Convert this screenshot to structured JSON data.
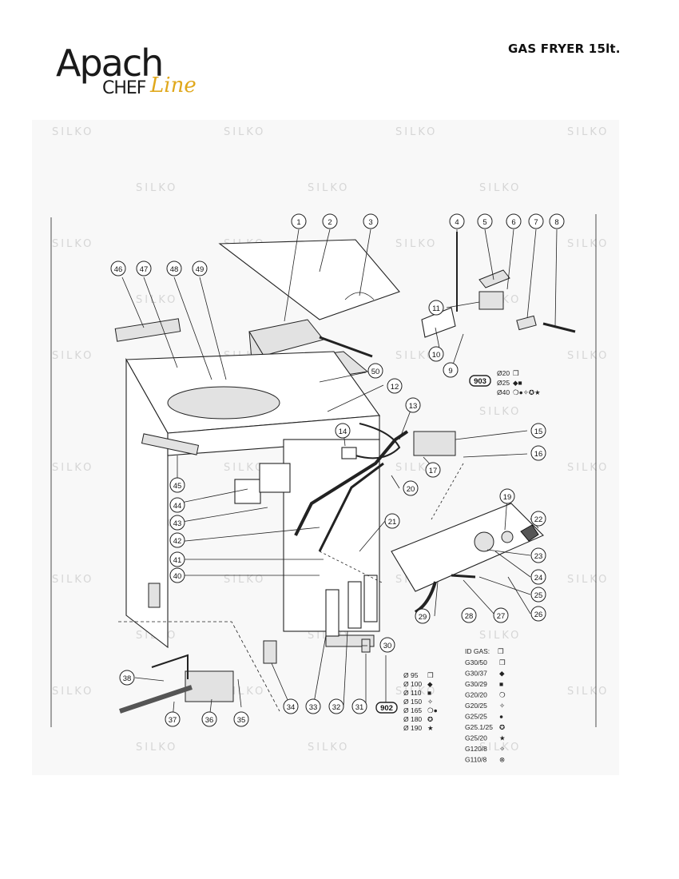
{
  "brand": {
    "name": "Apach",
    "sub_left": "CHEF",
    "sub_right": "Line"
  },
  "document": {
    "title": "GAS FRYER 15lt."
  },
  "watermark": {
    "text": "SILKO"
  },
  "callouts": [
    "1",
    "2",
    "3",
    "4",
    "5",
    "6",
    "7",
    "8",
    "9",
    "10",
    "11",
    "12",
    "13",
    "14",
    "15",
    "16",
    "17",
    "19",
    "20",
    "21",
    "22",
    "23",
    "24",
    "25",
    "26",
    "27",
    "28",
    "29",
    "30",
    "31",
    "32",
    "33",
    "34",
    "35",
    "36",
    "37",
    "38",
    "40",
    "41",
    "42",
    "43",
    "44",
    "45",
    "46",
    "47",
    "48",
    "49",
    "50"
  ],
  "callout_boxed": [
    "903",
    "902"
  ],
  "pilot_injectors": [
    {
      "size": "Ø20",
      "symbols": "❒"
    },
    {
      "size": "Ø25",
      "symbols": "◆■"
    },
    {
      "size": "Ø40",
      "symbols": "❍●✧✪★"
    }
  ],
  "burner_injectors": [
    {
      "size": "Ø 95",
      "symbols": "❒"
    },
    {
      "size": "Ø 100",
      "symbols": "◆"
    },
    {
      "size": "Ø 110",
      "symbols": "■"
    },
    {
      "size": "Ø 150",
      "symbols": "✧"
    },
    {
      "size": "Ø 165",
      "symbols": "❍●"
    },
    {
      "size": "Ø 180",
      "symbols": "✪"
    },
    {
      "size": "Ø 190",
      "symbols": "★"
    }
  ],
  "gas_legend": {
    "header": "ID GAS:",
    "rows": [
      {
        "gas": "G30/50",
        "symbol": "❒"
      },
      {
        "gas": "G30/37",
        "symbol": "◆"
      },
      {
        "gas": "G30/29",
        "symbol": "■"
      },
      {
        "gas": "G20/20",
        "symbol": "❍"
      },
      {
        "gas": "G20/25",
        "symbol": "✧"
      },
      {
        "gas": "G25/25",
        "symbol": "●"
      },
      {
        "gas": "G25.1/25",
        "symbol": "✪"
      },
      {
        "gas": "G25/20",
        "symbol": "★"
      },
      {
        "gas": "G120/8",
        "symbol": "✧"
      },
      {
        "gas": "G110/8",
        "symbol": "⊗"
      }
    ]
  }
}
